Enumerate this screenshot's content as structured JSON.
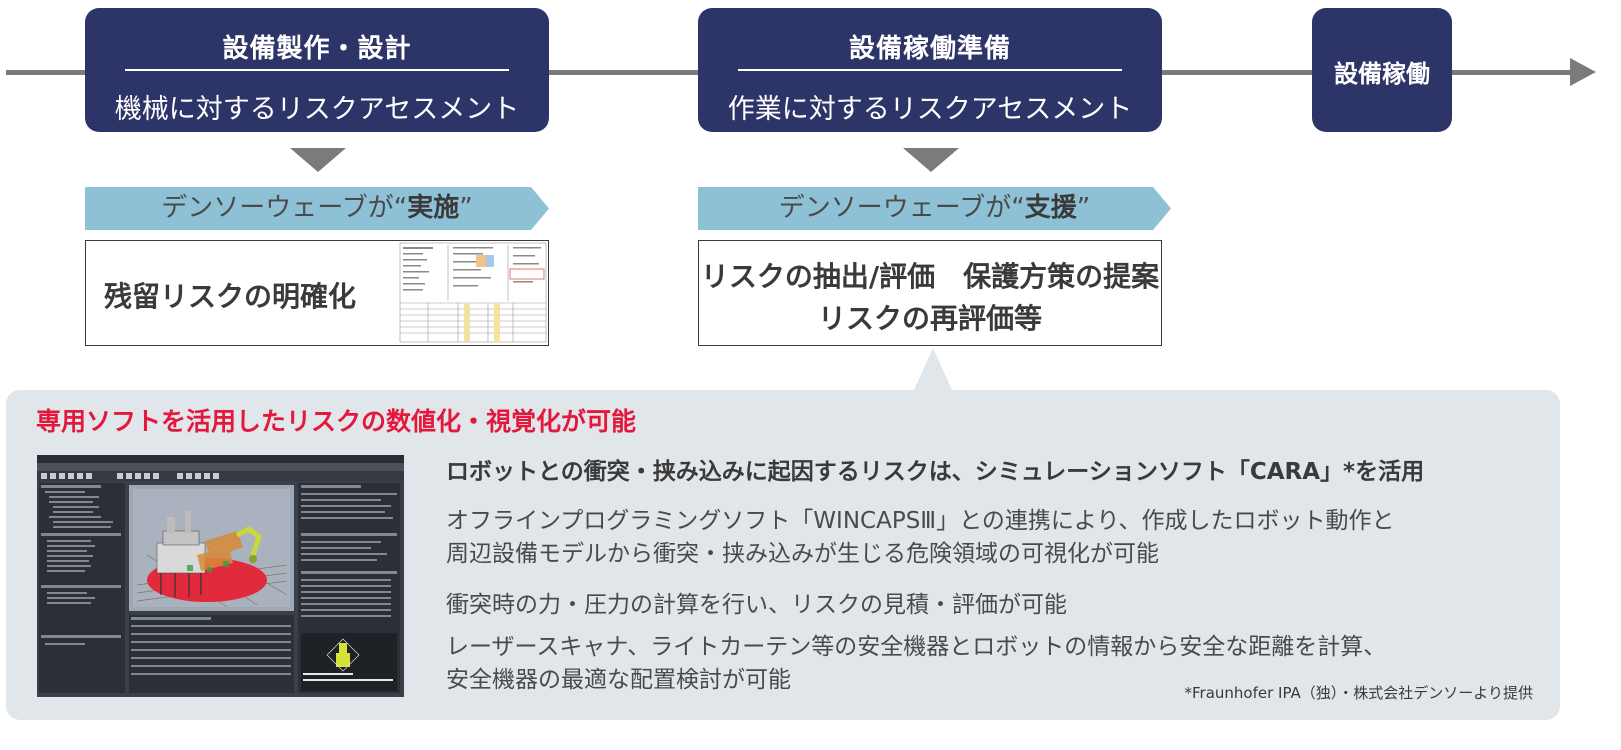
{
  "stages": [
    {
      "title": "設備製作・設計",
      "subtitle": "機械に対するリスクアセスメント"
    },
    {
      "title": "設備稼働準備",
      "subtitle": "作業に対するリスクアセスメント"
    },
    {
      "title": "設備稼働"
    }
  ],
  "roles": {
    "left_prefix": "デンソーウェーブが“",
    "left_emph": "実施",
    "left_suffix": "”",
    "right_prefix": "デンソーウェーブが“",
    "right_emph": "支援",
    "right_suffix": "”"
  },
  "boxes": {
    "left": "残留リスクの明確化",
    "right_line1": "リスクの抽出/評価　保護方策の提案",
    "right_line2": "リスクの再評価等"
  },
  "panel": {
    "title": "専用ソフトを活用したリスクの数値化・視覚化が可能",
    "headline": "ロボットとの衝突・挟み込みに起因するリスクは、シミュレーションソフト「CARA」*を活用",
    "line1a": "オフラインプログラミングソフト「WINCAPSⅢ」との連携により、作成したロボット動作と",
    "line1b": "周辺設備モデルから衝突・挟み込みが生じる危険領域の可視化が可能",
    "line2": "衝突時の力・圧力の計算を行い、リスクの見積・評価が可能",
    "line3a": "レーザースキャナ、ライトカーテン等の安全機器とロボットの情報から安全な距離を計算、",
    "line3b": "安全機器の最適な配置検討が可能",
    "credit": "*Fraunhofer IPA（独）・株式会社デンソーより提供"
  },
  "colors": {
    "stage_fill": "#2d3568",
    "banner_fill": "#8fc1d6",
    "arrow_gray": "#7b7b7b",
    "panel_fill": "#e1e6ea",
    "accent_red": "#e4183c"
  }
}
